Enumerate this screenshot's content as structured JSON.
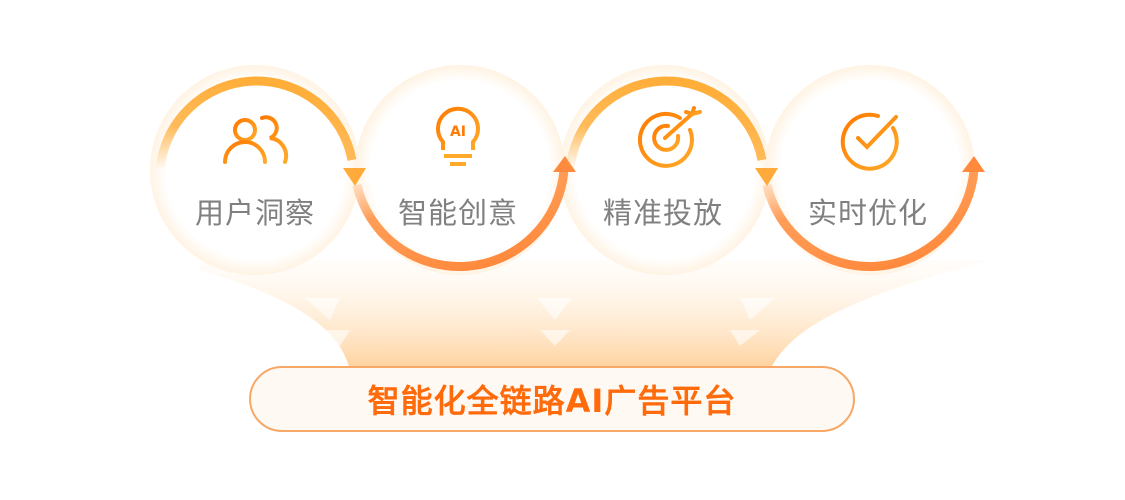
{
  "steps": [
    {
      "label": "用户洞察",
      "icon": "users-icon"
    },
    {
      "label": "智能创意",
      "icon": "ai-lightbulb-icon",
      "icon_text": "AI"
    },
    {
      "label": "精准投放",
      "icon": "target-arrow-icon"
    },
    {
      "label": "实时优化",
      "icon": "clock-check-icon"
    }
  ],
  "platform": {
    "label": "智能化全链路AI广告平台"
  },
  "colors": {
    "arc_top": "#ffb347",
    "arc_bottom": "#ff8a3d",
    "icon": "#ff8c1a",
    "label_text": "#808080",
    "platform_text": "#ff6a0a",
    "pill_border": "#f7a866"
  }
}
